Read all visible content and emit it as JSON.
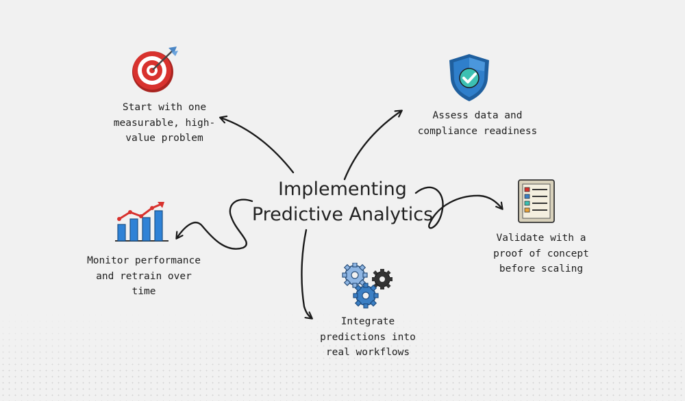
{
  "title_lines": [
    "Implementing",
    "Predictive Analytics"
  ],
  "nodes": [
    {
      "id": "problem",
      "icon": "target-icon",
      "lines": [
        "Start with one",
        "measurable, high-",
        "value problem"
      ]
    },
    {
      "id": "compliance",
      "icon": "shield-check-icon",
      "lines": [
        "Assess data and",
        "compliance readiness"
      ]
    },
    {
      "id": "validate",
      "icon": "checklist-icon",
      "lines": [
        "Validate with a",
        "proof of concept",
        "before scaling"
      ]
    },
    {
      "id": "integrate",
      "icon": "gears-icon",
      "lines": [
        "Integrate",
        "predictions into",
        "real workflows"
      ]
    },
    {
      "id": "monitor",
      "icon": "bar-chart-icon",
      "lines": [
        "Monitor performance",
        "and retrain over",
        "time"
      ]
    }
  ],
  "colors": {
    "background": "#f1f1f1",
    "ink": "#1d1d1d",
    "target_red": "#d8322e",
    "shield_blue": "#2f7fcb",
    "check_teal": "#3cc0b2",
    "bar_blue": "#2f82d6",
    "trend_red": "#d8322e",
    "gear_blue": "#3b7fc4",
    "gear_dark": "#333333"
  }
}
